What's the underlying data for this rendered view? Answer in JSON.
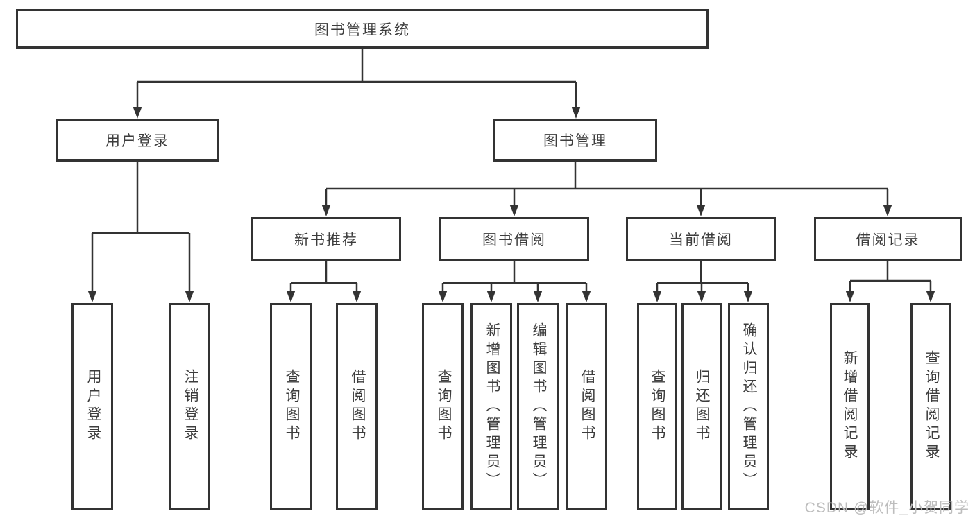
{
  "diagram": {
    "title": "图书管理系统",
    "root": {
      "label": "图书管理系统"
    },
    "level2": [
      {
        "label": "用户登录"
      },
      {
        "label": "图书管理"
      }
    ],
    "level3": [
      {
        "label": "新书推荐",
        "parent": "图书管理"
      },
      {
        "label": "图书借阅",
        "parent": "图书管理"
      },
      {
        "label": "当前借阅",
        "parent": "图书管理"
      },
      {
        "label": "借阅记录",
        "parent": "图书管理"
      }
    ],
    "leaves": [
      {
        "label": "用户登录",
        "parent": "用户登录"
      },
      {
        "label": "注销登录",
        "parent": "用户登录"
      },
      {
        "label": "查询图书",
        "parent": "新书推荐"
      },
      {
        "label": "借阅图书",
        "parent": "新书推荐"
      },
      {
        "label": "查询图书",
        "parent": "图书借阅"
      },
      {
        "label": "新增图书（管理员）",
        "parent": "图书借阅"
      },
      {
        "label": "编辑图书（管理员）",
        "parent": "图书借阅"
      },
      {
        "label": "借阅图书",
        "parent": "图书借阅"
      },
      {
        "label": "查询图书",
        "parent": "当前借阅"
      },
      {
        "label": "归还图书",
        "parent": "当前借阅"
      },
      {
        "label": "确认归还（管理员）",
        "parent": "当前借阅"
      },
      {
        "label": "新增借阅记录",
        "parent": "借阅记录"
      },
      {
        "label": "查询借阅记录",
        "parent": "借阅记录"
      }
    ],
    "watermark": "CSDN @软件_小贺同学",
    "colors": {
      "line": "#333333",
      "box_border": "#333333",
      "box_fill": "#ffffff",
      "text": "#3d3d3d",
      "watermark": "#bdbdbd",
      "background": "#ffffff"
    }
  }
}
